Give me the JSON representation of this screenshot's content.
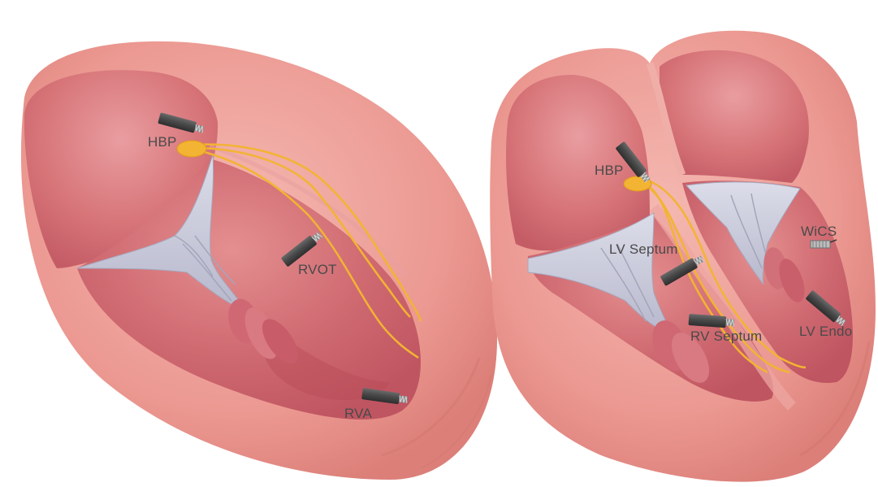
{
  "colors": {
    "outer_wall": "#e9928e",
    "wall_light": "#f3b3ad",
    "wall_shadow": "#d57a74",
    "chamber": "#c95d66",
    "chamber_light": "#e28a8c",
    "chamber_deep": "#b84a56",
    "valve": "#c7c8da",
    "conduction": "#f2b432",
    "lead_body": "#4b4b4b",
    "label_text": "#4a4a4a"
  },
  "left_heart": {
    "labels": {
      "hbp": "HBP",
      "rvot": "RVOT",
      "rva": "RVA"
    },
    "icons": [
      "pacing-lead-icon",
      "his-bundle-icon"
    ]
  },
  "right_heart": {
    "labels": {
      "hbp": "HBP",
      "lv_septum": "LV Septum",
      "rv_septum": "RV Septum",
      "wics": "WiCS",
      "lv_endo": "LV Endo"
    },
    "icons": [
      "pacing-lead-icon",
      "wics-electrode-icon",
      "his-bundle-icon"
    ]
  }
}
